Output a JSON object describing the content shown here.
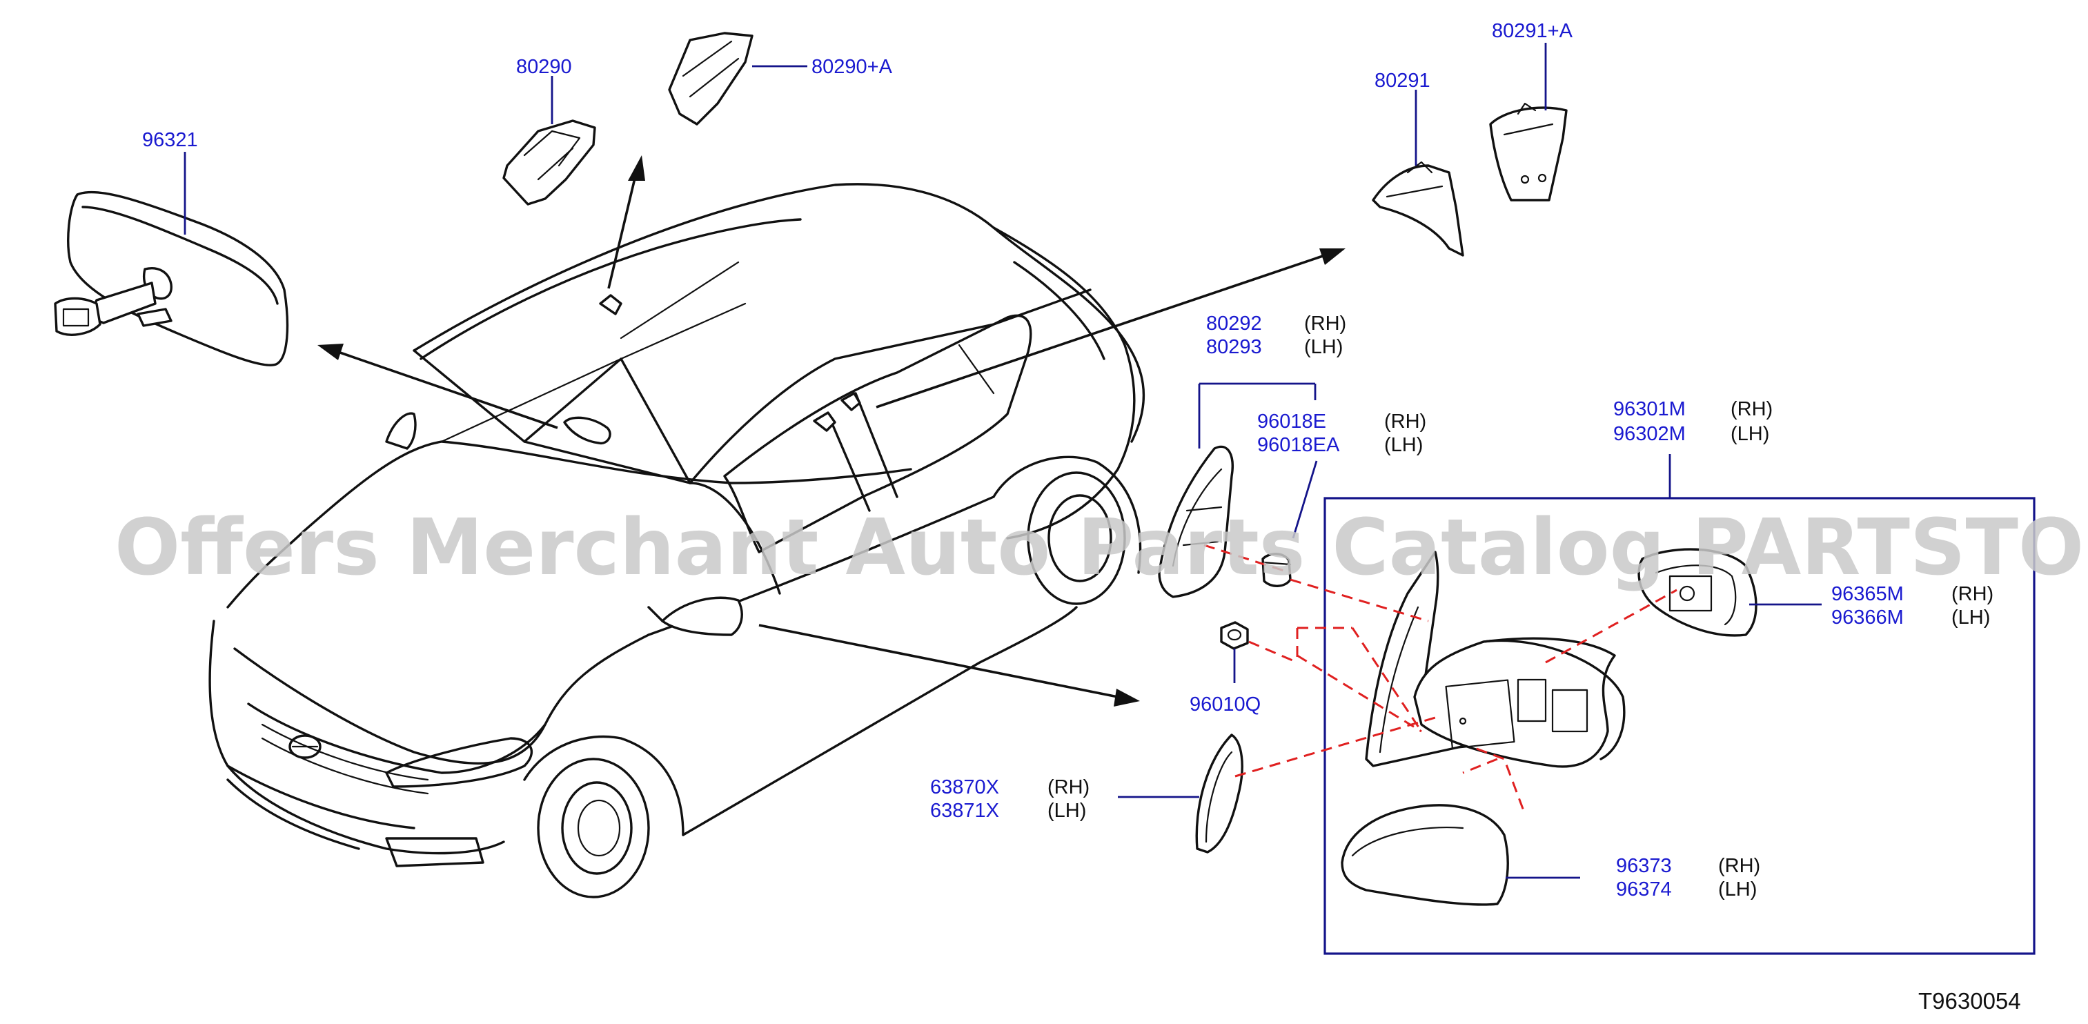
{
  "watermark": "Offers Merchant Auto Parts Catalog PARTSTORE.SA",
  "diagram_ref": "T9630054",
  "parts": {
    "p96321": "96321",
    "p80290": "80290",
    "p80290a": "80290+A",
    "p80291": "80291",
    "p80291a": "80291+A",
    "p80292": "80292",
    "p80293": "80293",
    "p96018e": "96018E",
    "p96018ea": "96018EA",
    "p96301m": "96301M",
    "p96302m": "96302M",
    "p96365m": "96365M",
    "p96366m": "96366M",
    "p96010q": "96010Q",
    "p63870x": "63870X",
    "p63871x": "63871X",
    "p96373": "96373",
    "p96374": "96374"
  },
  "sides": {
    "rh": "(RH)",
    "lh": "(LH)"
  }
}
